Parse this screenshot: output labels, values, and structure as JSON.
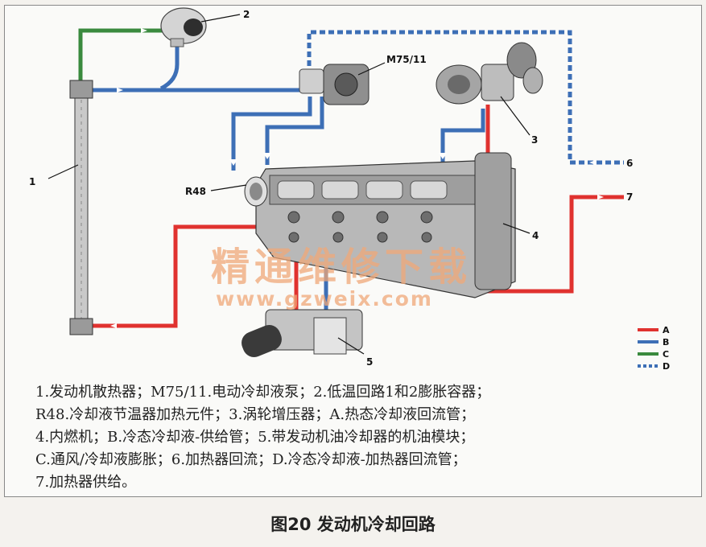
{
  "labels": {
    "radiator": "1",
    "expansion_tank": "2",
    "turbo": "3",
    "engine": "4",
    "oil_module": "5",
    "heater_return": "6",
    "heater_supply": "7",
    "pump": "M75/11",
    "thermostat": "R48"
  },
  "legend": [
    {
      "key": "A",
      "color": "#e0322f",
      "style": "solid"
    },
    {
      "key": "B",
      "color": "#3d6fb6",
      "style": "solid"
    },
    {
      "key": "C",
      "color": "#3a8a3e",
      "style": "solid"
    },
    {
      "key": "D",
      "color": "#3d6fb6",
      "style": "dashed"
    }
  ],
  "watermark": {
    "cn": "精通维修下载",
    "url": "www.gzweix.com"
  },
  "caption_lines": [
    "1.发动机散热器；M75/11.电动冷却液泵；2.低温回路1和2膨胀容器；",
    "R48.冷却液节温器加热元件；3.涡轮增压器；A.热态冷却液回流管；",
    "4.内燃机；B.冷态冷却液-供给管；5.带发动机油冷却器的机油模块；",
    "C.通风/冷却液膨胀；6.加热器回流；D.冷态冷却液-加热器回流管；",
    "7.加热器供给。"
  ],
  "figure_title": "图20 发动机冷却回路"
}
